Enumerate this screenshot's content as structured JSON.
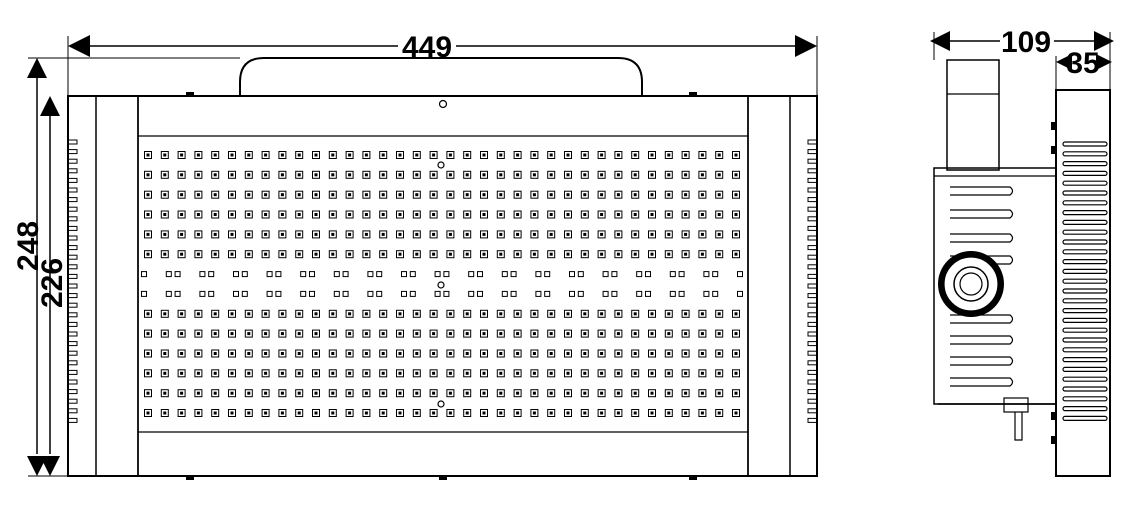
{
  "drawing": {
    "dimensions": {
      "width_front": "449",
      "height_overall": "248",
      "height_body": "226",
      "depth_side": "109",
      "depth_body": "35"
    },
    "led_grid": {
      "rows": 14,
      "columns": 36
    }
  }
}
